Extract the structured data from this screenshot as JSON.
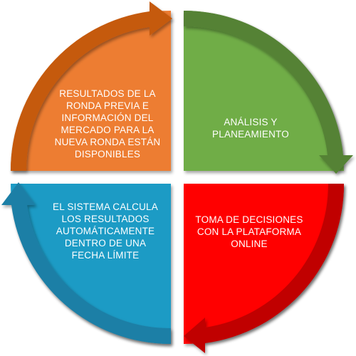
{
  "diagram": {
    "quadrants": [
      {
        "id": "top-left",
        "lines": [
          "RESULTADOS DE LA",
          "RONDA PREVIA E",
          "INFORMACIÓN DEL",
          "MERCADO PARA LA",
          "NUEVA RONDA ESTÁN",
          "DISPONIBLES"
        ],
        "fill": "#ED7D31",
        "arrow_color": "#C55A11"
      },
      {
        "id": "top-right",
        "lines": [
          "ANÁLISIS Y",
          "PLANEAMIENTO"
        ],
        "fill": "#70AD47",
        "arrow_color": "#548235"
      },
      {
        "id": "bottom-right",
        "lines": [
          "TOMA DE DECISIONES",
          "CON LA PLATAFORMA",
          "ONLINE"
        ],
        "fill": "#FF0000",
        "arrow_color": "#C00000"
      },
      {
        "id": "bottom-left",
        "lines": [
          "EL SISTEMA CALCULA",
          "LOS RESULTADOS",
          "AUTOMÁTICAMENTE",
          "DENTRO DE UNA",
          "FECHA LÍMITE"
        ],
        "fill": "#1B9BC5",
        "arrow_color": "#1F7FA6"
      }
    ]
  }
}
